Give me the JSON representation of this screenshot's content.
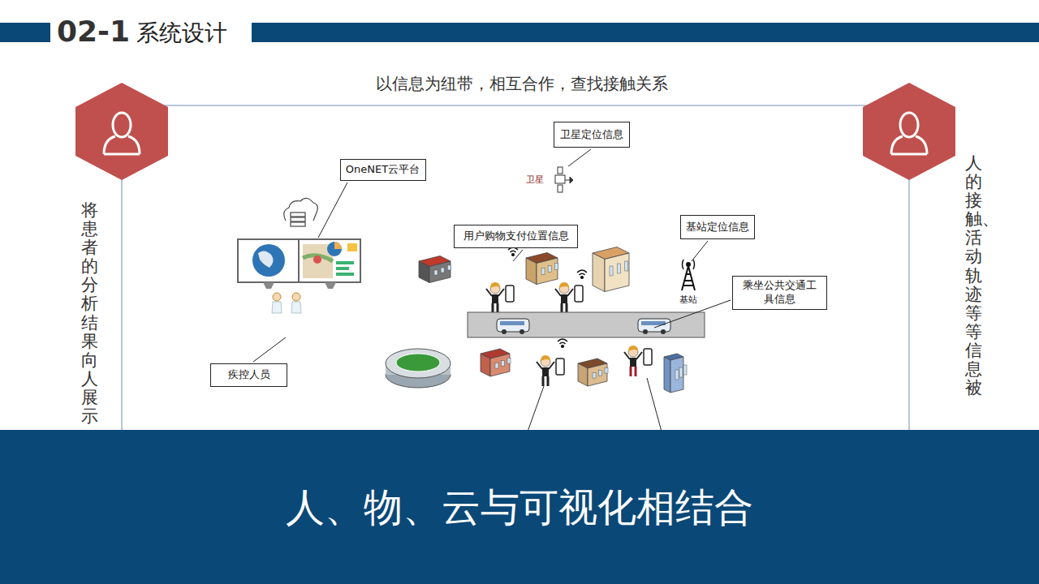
{
  "diagram": {
    "title": "系统设计",
    "nodes": [
      {
        "text": [
          "卫星定位信息"
        ]
      },
      {
        "text": [
          "OneNET云平台"
        ]
      },
      {
        "text": [
          "用户购物支付位置信息"
        ]
      },
      {
        "text": [
          "基站定位信息"
        ]
      },
      {
        "text": [
          "乘坐公共交通工具信息"
        ]
      },
      {
        "text": [
          "疾控人员"
        ]
      },
      {
        "text": [
          "人、物、云与可视化相结合"
        ]
      }
    ],
    "labels": [
      "02-1",
      "以信息为纽带，相互合作，查找接触关系",
      "将患者的分析结果向人展示",
      "人的接触、活动轨迹等等信息被",
      "卫星",
      "基站"
    ]
  }
}
